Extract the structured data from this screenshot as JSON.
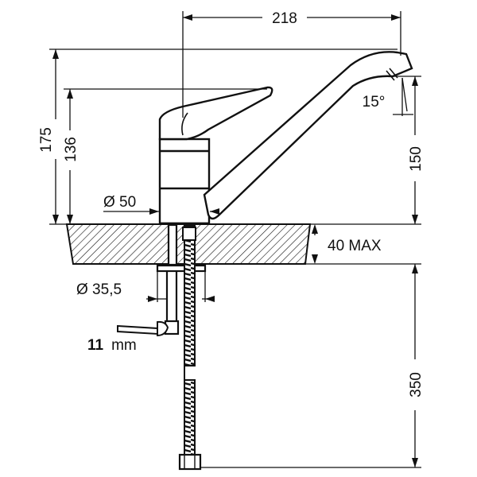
{
  "dimensions": {
    "spout_reach": "218",
    "total_height": "175",
    "handle_height": "136",
    "spout_height": "150",
    "spray_angle": "15°",
    "body_diameter": "Ø 50",
    "shank_diameter": "Ø 35,5",
    "max_countertop": "40 MAX",
    "hose_length": "350",
    "wrench_size_value": "11",
    "wrench_size_unit": "mm"
  },
  "colors": {
    "line": "#111111",
    "background": "#ffffff"
  }
}
